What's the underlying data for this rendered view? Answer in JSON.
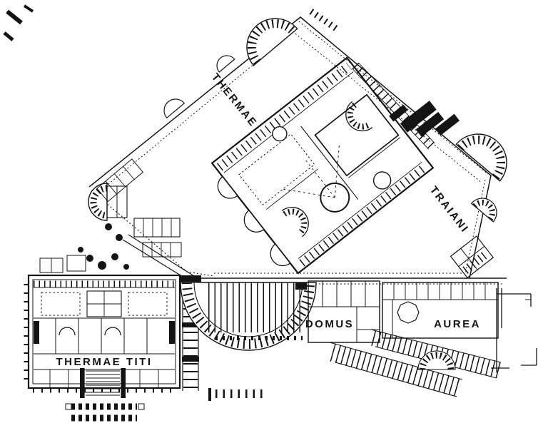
{
  "figure": {
    "background": "#ffffff",
    "ink": "#141414"
  },
  "labels": {
    "thermae": "THERMAE",
    "traiani": "TRAIANI",
    "thermae_titi": "THERMAE TITI",
    "domus": "DOMUS",
    "aurea": "AUREA"
  }
}
